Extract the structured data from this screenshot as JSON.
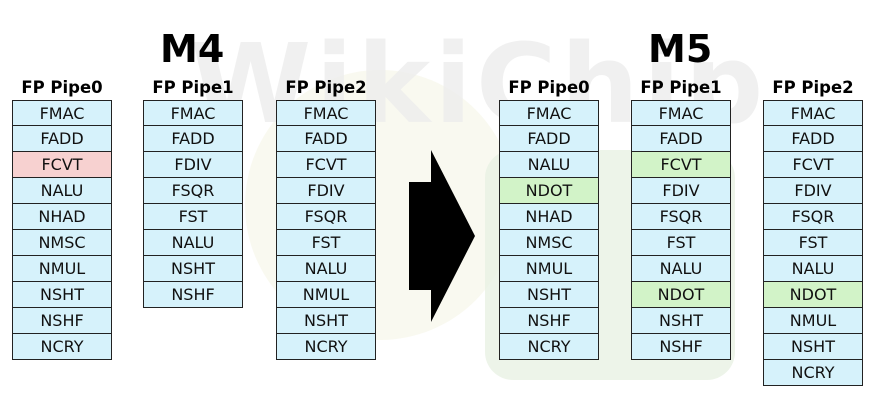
{
  "watermark": "WikiChip",
  "colors": {
    "normal": "#d6f2fb",
    "removed": "#f7d1d0",
    "added": "#d2f3c8"
  },
  "m4": {
    "title": "M4",
    "pipes": [
      {
        "name": "FP Pipe0",
        "units": [
          {
            "label": "FMAC",
            "status": "normal"
          },
          {
            "label": "FADD",
            "status": "normal"
          },
          {
            "label": "FCVT",
            "status": "removed"
          },
          {
            "label": "NALU",
            "status": "normal"
          },
          {
            "label": "NHAD",
            "status": "normal"
          },
          {
            "label": "NMSC",
            "status": "normal"
          },
          {
            "label": "NMUL",
            "status": "normal"
          },
          {
            "label": "NSHT",
            "status": "normal"
          },
          {
            "label": "NSHF",
            "status": "normal"
          },
          {
            "label": "NCRY",
            "status": "normal"
          }
        ]
      },
      {
        "name": "FP Pipe1",
        "units": [
          {
            "label": "FMAC",
            "status": "normal"
          },
          {
            "label": "FADD",
            "status": "normal"
          },
          {
            "label": "FDIV",
            "status": "normal"
          },
          {
            "label": "FSQR",
            "status": "normal"
          },
          {
            "label": "FST",
            "status": "normal"
          },
          {
            "label": "NALU",
            "status": "normal"
          },
          {
            "label": "NSHT",
            "status": "normal"
          },
          {
            "label": "NSHF",
            "status": "normal"
          }
        ]
      },
      {
        "name": "FP Pipe2",
        "units": [
          {
            "label": "FMAC",
            "status": "normal"
          },
          {
            "label": "FADD",
            "status": "normal"
          },
          {
            "label": "FCVT",
            "status": "normal"
          },
          {
            "label": "FDIV",
            "status": "normal"
          },
          {
            "label": "FSQR",
            "status": "normal"
          },
          {
            "label": "FST",
            "status": "normal"
          },
          {
            "label": "NALU",
            "status": "normal"
          },
          {
            "label": "NMUL",
            "status": "normal"
          },
          {
            "label": "NSHT",
            "status": "normal"
          },
          {
            "label": "NCRY",
            "status": "normal"
          }
        ]
      }
    ]
  },
  "m5": {
    "title": "M5",
    "pipes": [
      {
        "name": "FP Pipe0",
        "units": [
          {
            "label": "FMAC",
            "status": "normal"
          },
          {
            "label": "FADD",
            "status": "normal"
          },
          {
            "label": "NALU",
            "status": "normal"
          },
          {
            "label": "NDOT",
            "status": "added"
          },
          {
            "label": "NHAD",
            "status": "normal"
          },
          {
            "label": "NMSC",
            "status": "normal"
          },
          {
            "label": "NMUL",
            "status": "normal"
          },
          {
            "label": "NSHT",
            "status": "normal"
          },
          {
            "label": "NSHF",
            "status": "normal"
          },
          {
            "label": "NCRY",
            "status": "normal"
          }
        ]
      },
      {
        "name": "FP Pipe1",
        "units": [
          {
            "label": "FMAC",
            "status": "normal"
          },
          {
            "label": "FADD",
            "status": "normal"
          },
          {
            "label": "FCVT",
            "status": "added"
          },
          {
            "label": "FDIV",
            "status": "normal"
          },
          {
            "label": "FSQR",
            "status": "normal"
          },
          {
            "label": "FST",
            "status": "normal"
          },
          {
            "label": "NALU",
            "status": "normal"
          },
          {
            "label": "NDOT",
            "status": "added"
          },
          {
            "label": "NSHT",
            "status": "normal"
          },
          {
            "label": "NSHF",
            "status": "normal"
          }
        ]
      },
      {
        "name": "FP Pipe2",
        "units": [
          {
            "label": "FMAC",
            "status": "normal"
          },
          {
            "label": "FADD",
            "status": "normal"
          },
          {
            "label": "FCVT",
            "status": "normal"
          },
          {
            "label": "FDIV",
            "status": "normal"
          },
          {
            "label": "FSQR",
            "status": "normal"
          },
          {
            "label": "FST",
            "status": "normal"
          },
          {
            "label": "NALU",
            "status": "normal"
          },
          {
            "label": "NDOT",
            "status": "added"
          },
          {
            "label": "NMUL",
            "status": "normal"
          },
          {
            "label": "NSHT",
            "status": "normal"
          },
          {
            "label": "NCRY",
            "status": "normal"
          }
        ]
      }
    ]
  },
  "arrow_icon": "right-arrow-icon"
}
